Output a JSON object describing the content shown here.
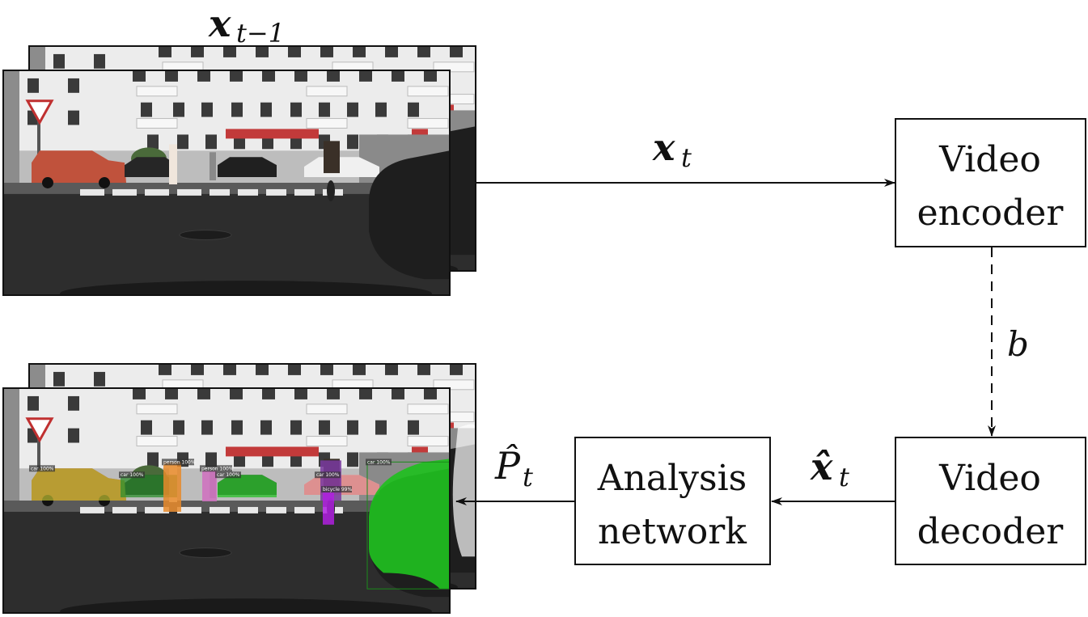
{
  "labels": {
    "x_prev": {
      "base": "x",
      "sub": "t−1"
    },
    "x_t": {
      "base": "x",
      "sub": "t"
    },
    "x_hat_t": {
      "base": "x̂",
      "sub": "t"
    },
    "p_hat_t": {
      "base": "P̂",
      "sub": "t"
    },
    "bitstream": "b"
  },
  "boxes": {
    "encoder": {
      "line1": "Video",
      "line2": "encoder"
    },
    "decoder": {
      "line1": "Video",
      "line2": "decoder"
    },
    "analysis": {
      "line1": "Analysis",
      "line2": "network"
    }
  },
  "detections": [
    {
      "label": "car 100%",
      "color": "#a3a320"
    },
    {
      "label": "car 100%",
      "color": "#2ea02e"
    },
    {
      "label": "person 100%",
      "color": "#e08a20"
    },
    {
      "label": "person 100%",
      "color": "#c060c0"
    },
    {
      "label": "car 100%",
      "color": "#2ea02e"
    },
    {
      "label": "car 100%",
      "color": "#c04040"
    },
    {
      "label": "bicycle 99%",
      "color": "#9020c0"
    },
    {
      "label": "car 100%",
      "color": "#20c020"
    }
  ],
  "colors": {
    "stroke": "#111111",
    "facade": "#e6e6e6",
    "road": "#2b2b2b",
    "mask_green": "#1fbf1f"
  }
}
